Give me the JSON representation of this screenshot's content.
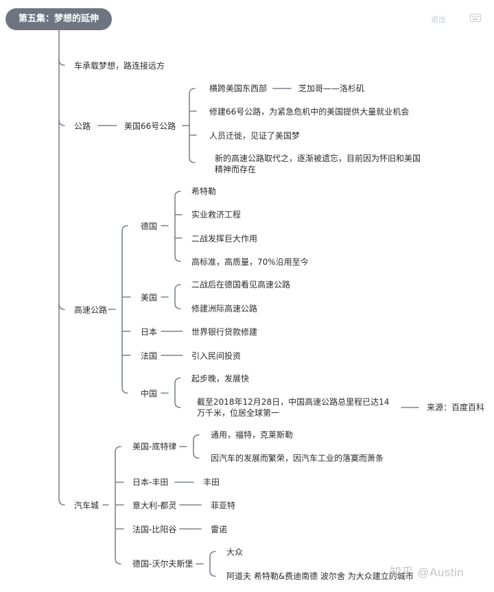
{
  "root": "第五集：梦想的延伸",
  "toolbar": {
    "exit_label": "退出"
  },
  "watermark": "知乎 @Austin",
  "branches": {
    "b1": "车承载梦想，路连接远方",
    "gonglu": {
      "label": "公路",
      "route66": "美国66号公路",
      "items": {
        "cross": "横跨美国东西部",
        "chicago": "芝加哥——洛杉矶",
        "jobs": "修建66号公路，为紧急危机中的美国提供大量就业机会",
        "dream": "人员迁徙，见证了美国梦",
        "replaced": "新的高速公路取代之，逐渐被遗忘，目前因为怀旧和美国精神而存在"
      }
    },
    "highway": {
      "label": "高速公路",
      "germany": {
        "label": "德国",
        "items": [
          "希特勒",
          "实业救济工程",
          "二战发挥巨大作用",
          "高标准，高质量，70%沿用至今"
        ]
      },
      "usa": {
        "label": "美国",
        "items": [
          "二战后在德国看见高速公路",
          "修建洲际高速公路"
        ]
      },
      "japan": {
        "label": "日本",
        "item": "世界银行贷款修建"
      },
      "france": {
        "label": "法国",
        "item": "引入民间投资"
      },
      "china": {
        "label": "中国",
        "item1": "起步晚，发展快",
        "item2": "截至2018年12月28日，中国高速公路总里程已达14万千米，位居全球第一",
        "source": "来源：百度百科"
      }
    },
    "carcity": {
      "label": "汽车城",
      "detroit": {
        "label": "美国-底特律",
        "items": [
          "通用，福特，克莱斯勒",
          "因汽车的发展而繁荣，因汽车工业的落寞而萧条"
        ]
      },
      "toyota": {
        "label": "日本-丰田",
        "item": "丰田"
      },
      "turin": {
        "label": "意大利-都灵",
        "item": "菲亚特"
      },
      "billancourt": {
        "label": "法国-比阳谷",
        "item": "雷诺"
      },
      "wolfsburg": {
        "label": "德国-沃尔夫斯堡",
        "items": [
          "大众",
          "阿道夫 希特勒&费迪南德 波尔舍 为大众建立的城市"
        ]
      }
    }
  }
}
